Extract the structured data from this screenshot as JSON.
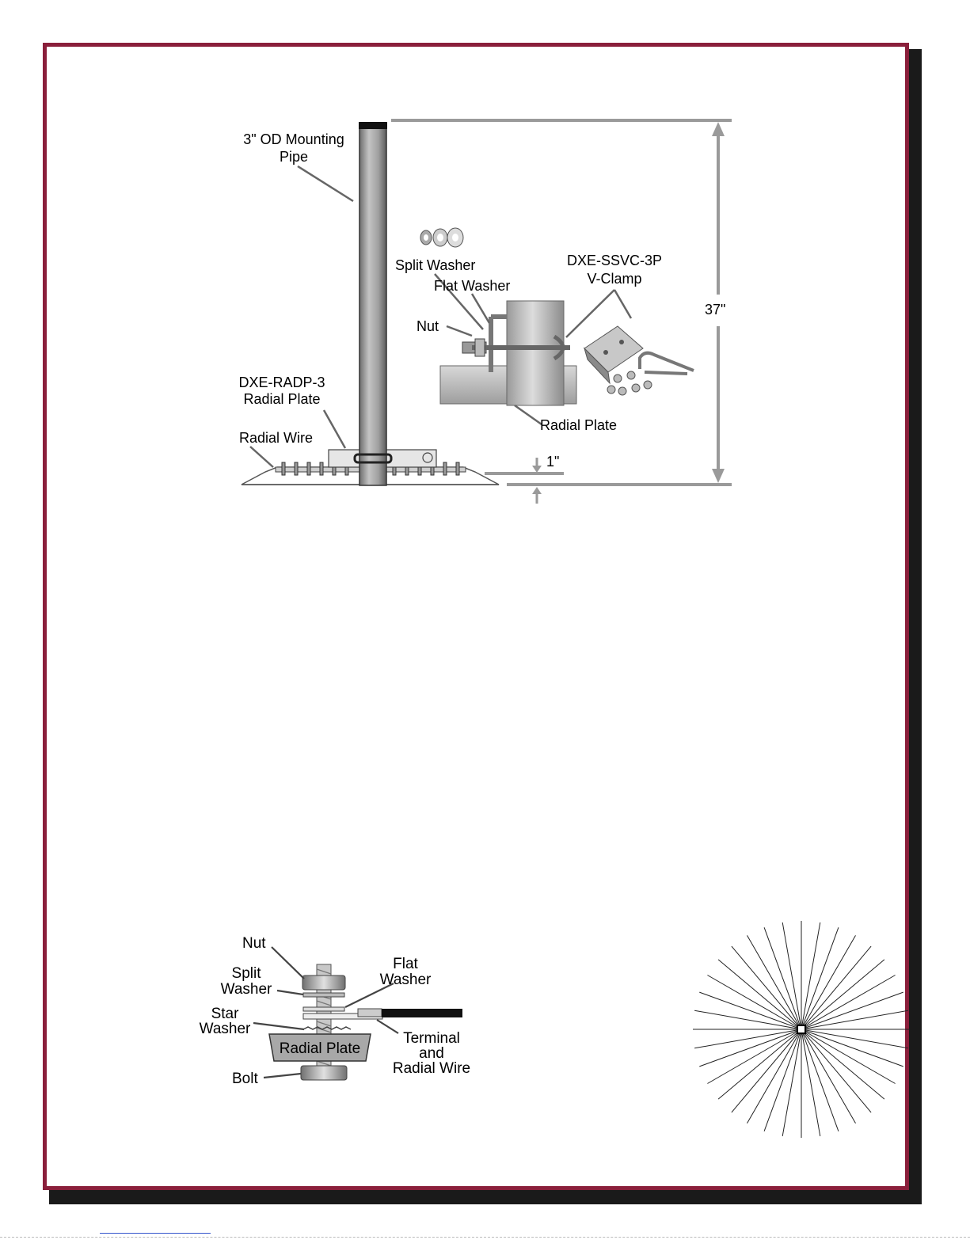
{
  "colors": {
    "frame": "#8a1f3b",
    "shadow": "#1a1a1a",
    "dimension": "#9a9a9a",
    "pipe": "#a8a8a8"
  },
  "mount_diagram": {
    "pipe_label": [
      "3\" OD Mounting",
      "Pipe"
    ],
    "split_washer": "Split Washer",
    "flat_washer": "Flat Washer",
    "nut": "Nut",
    "vclamp_label": [
      "DXE-SSVC-3P",
      "V-Clamp"
    ],
    "height": "37\"",
    "radial_plate_model": [
      "DXE-RADP-3",
      "Radial Plate"
    ],
    "radial_wire": "Radial Wire",
    "radial_plate": "Radial Plate",
    "clearance": "1\""
  },
  "hardware_stack": {
    "nut": "Nut",
    "split_washer": [
      "Split",
      "Washer"
    ],
    "flat_washer": [
      "Flat",
      "Washer"
    ],
    "star_washer": [
      "Star",
      "Washer"
    ],
    "radial_plate": "Radial Plate",
    "terminal_wire": [
      "Terminal",
      "and",
      "Radial Wire"
    ],
    "bolt": "Bolt"
  },
  "radial_pattern": {
    "spoke_count": 36,
    "icon": "radial-star-pattern-icon"
  }
}
